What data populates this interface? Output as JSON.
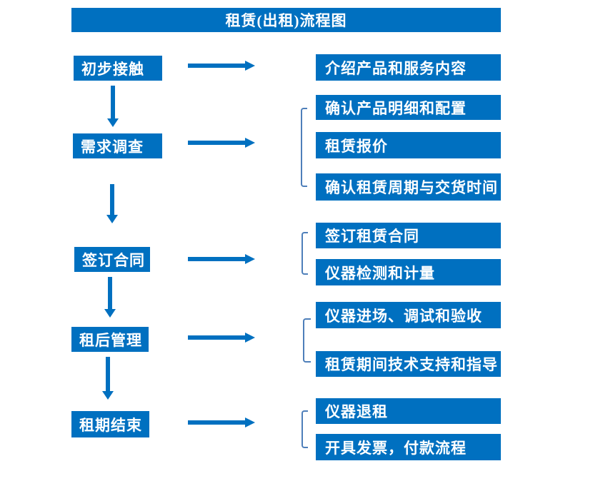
{
  "title": "租赁(出租)流程图",
  "colors": {
    "box_blue": "#0070C0",
    "bracket_blue": "#4E7FBA",
    "text_white": "#FFFFFF",
    "background": "#FFFFFF"
  },
  "steps": [
    {
      "label": "初步接触",
      "details": [
        "介绍产品和服务内容"
      ]
    },
    {
      "label": "需求调查",
      "details": [
        "确认产品明细和配置",
        "租赁报价",
        "确认租赁周期与交货时间"
      ]
    },
    {
      "label": "签订合同",
      "details": [
        "签订租赁合同",
        "仪器检测和计量"
      ]
    },
    {
      "label": "租后管理",
      "details": [
        "仪器进场、调试和验收",
        "租赁期间技术支持和指导"
      ]
    },
    {
      "label": "租期结束",
      "details": [
        "仪器退租",
        "开具发票，付款流程"
      ]
    }
  ]
}
